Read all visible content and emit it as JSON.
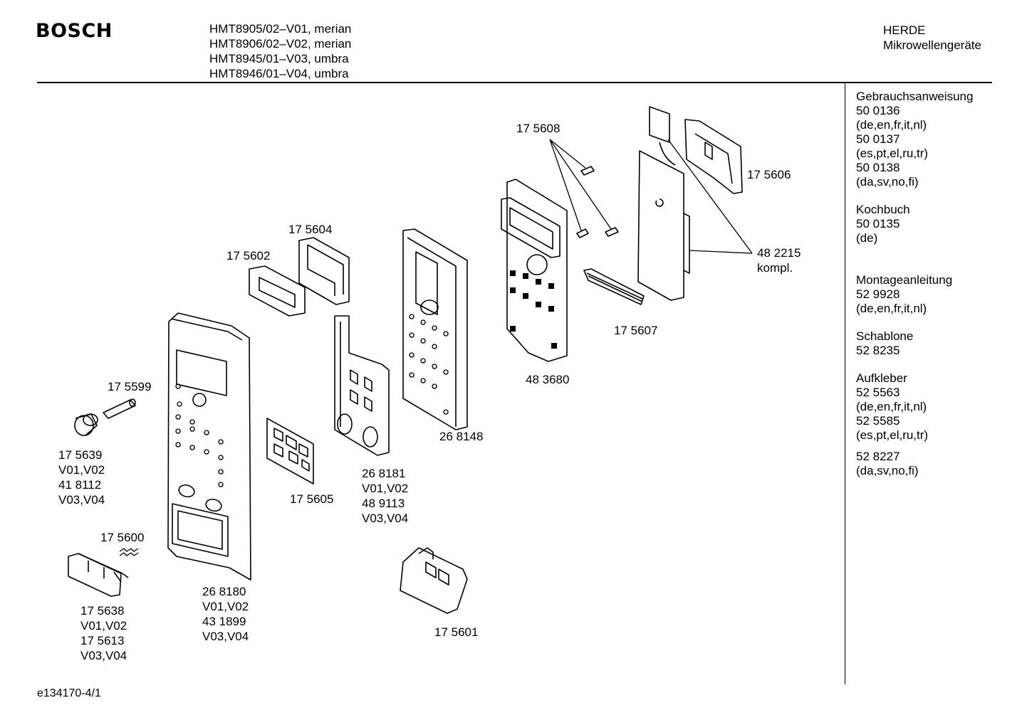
{
  "header": {
    "brand": "BOSCH",
    "models": [
      "HMT8905/02–V01, merian",
      "HMT8906/02–V02, merian",
      "HMT8945/01–V03, umbra",
      "HMT8946/01–V04, umbra"
    ],
    "category": "HERDE",
    "subcategory": "Mikrowellengeräte"
  },
  "sidebar": [
    {
      "title": "Gebrauchsanweisung",
      "lines": [
        "50 0136",
        "(de,en,fr,it,nl)",
        "50 0137",
        "(es,pt,el,ru,tr)",
        "50 0138",
        "(da,sv,no,fi)"
      ]
    },
    {
      "title": "Kochbuch",
      "lines": [
        "50 0135",
        "(de)"
      ]
    },
    {
      "title": "Montageanleitung",
      "lines": [
        "52 9928",
        "(de,en,fr,it,nl)"
      ]
    },
    {
      "title": "Schablone",
      "lines": [
        "52 8235"
      ]
    },
    {
      "title": "Aufkleber",
      "lines": [
        "52 5563",
        "(de,en,fr,it,nl)",
        "52 5585",
        "(es,pt,el,ru,tr)"
      ]
    },
    {
      "title": "",
      "lines": [
        "52 8227",
        "(da,sv,no,fi)"
      ]
    }
  ],
  "parts": {
    "p175608": [
      "17 5608"
    ],
    "p175606": [
      "17 5606"
    ],
    "p482215": [
      "48 2215",
      "kompl."
    ],
    "p175604": [
      "17 5604"
    ],
    "p175602": [
      "17 5602"
    ],
    "p175607": [
      "17 5607"
    ],
    "p483680": [
      "48 3680"
    ],
    "p175599": [
      "17 5599"
    ],
    "p268148": [
      "26 8148"
    ],
    "p175639": [
      "17 5639",
      "V01,V02",
      "41 8112",
      "V03,V04"
    ],
    "p175605": [
      "17 5605"
    ],
    "p268181": [
      "26 8181",
      "V01,V02",
      "48 9113",
      "V03,V04"
    ],
    "p175600": [
      "17 5600"
    ],
    "p268180": [
      "26 8180",
      "V01,V02",
      "43 1899",
      "V03,V04"
    ],
    "p175638": [
      "17 5638",
      "V01,V02",
      "17 5613",
      "V03,V04"
    ],
    "p175601": [
      "17 5601"
    ]
  },
  "footer": {
    "doc_id": "e134170-4/1"
  }
}
